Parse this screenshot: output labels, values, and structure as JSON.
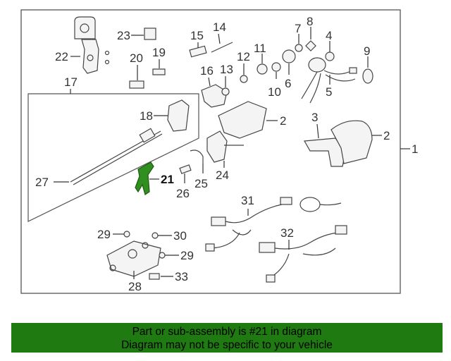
{
  "callouts": {
    "c1": "1",
    "c2a": "2",
    "c2b": "2",
    "c3": "3",
    "c4": "4",
    "c5": "5",
    "c6": "6",
    "c7": "7",
    "c8": "8",
    "c9": "9",
    "c10": "10",
    "c11": "11",
    "c12": "12",
    "c13": "13",
    "c14": "14",
    "c15": "15",
    "c16": "16",
    "c17": "17",
    "c18": "18",
    "c19": "19",
    "c20": "20",
    "c21": "21",
    "c22": "22",
    "c23": "23",
    "c24": "24",
    "c25": "25",
    "c26": "26",
    "c27": "27",
    "c28": "28",
    "c29a": "29",
    "c29b": "29",
    "c30": "30",
    "c31": "31",
    "c32": "32",
    "c33": "33"
  },
  "highlight": {
    "part": "21",
    "color": "#2f8f1f"
  },
  "banner": {
    "line1": "Part or sub-assembly is #21 in diagram",
    "line2": "Diagram may not be specific to your vehicle",
    "background": "#1f7a12"
  }
}
